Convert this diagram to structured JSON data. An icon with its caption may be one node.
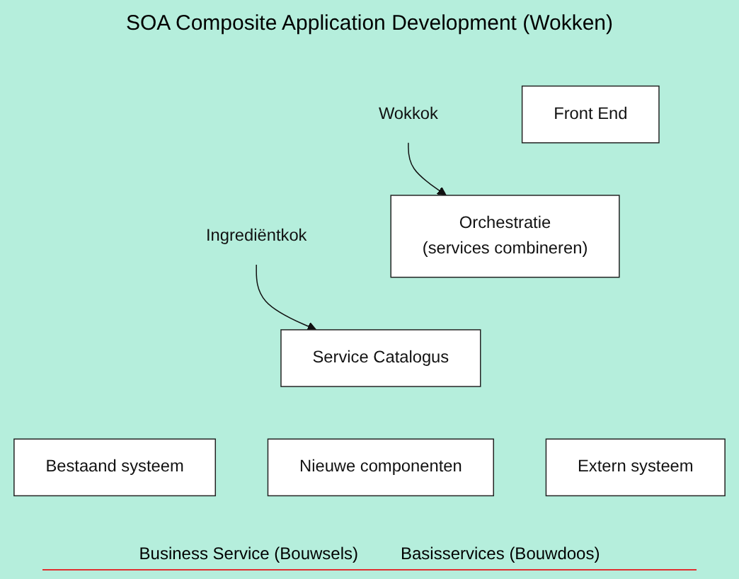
{
  "diagram": {
    "title": "SOA Composite Application Development (Wokken)",
    "nodes": [
      {
        "text": [
          "Front End"
        ]
      },
      {
        "text": [
          "Wokkok"
        ]
      },
      {
        "text": [
          "Orchestratie",
          "(services combineren)"
        ]
      },
      {
        "text": [
          "Ingrediëntkok"
        ]
      },
      {
        "text": [
          "Service Catalogus"
        ]
      },
      {
        "text": [
          "Bestaand systeem"
        ]
      },
      {
        "text": [
          "Nieuwe componenten"
        ]
      },
      {
        "text": [
          "Extern systeem"
        ]
      }
    ],
    "edges": [
      {
        "from": 1,
        "to": 2,
        "arrow": "to"
      },
      {
        "from": 3,
        "to": 4,
        "arrow": "to"
      }
    ],
    "labels": [
      "Business Service (Bouwsels)",
      "Basisservices (Bouwdoos)"
    ]
  }
}
